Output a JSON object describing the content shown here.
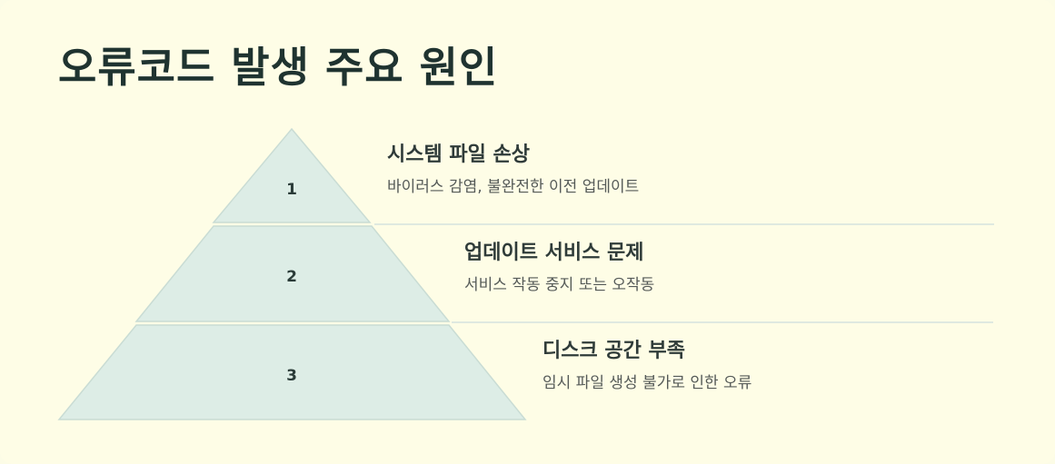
{
  "title": "오류코드 발생 주요 원인",
  "tiers": [
    {
      "number": "1",
      "title": "시스템 파일 손상",
      "description": "바이러스 감염, 불완전한 이전 업데이트"
    },
    {
      "number": "2",
      "title": "업데이트 서비스 문제",
      "description": "서비스 작동 중지 또는 오작동"
    },
    {
      "number": "3",
      "title": "디스크 공간 부족",
      "description": "임시 파일 생성 불가로 인한 오류"
    }
  ],
  "colors": {
    "background": "#fefde6",
    "tier_fill": "#ddede6",
    "tier_stroke": "#c9dcd4",
    "title_text": "#1f3330",
    "divider": "#dfe9e0"
  }
}
